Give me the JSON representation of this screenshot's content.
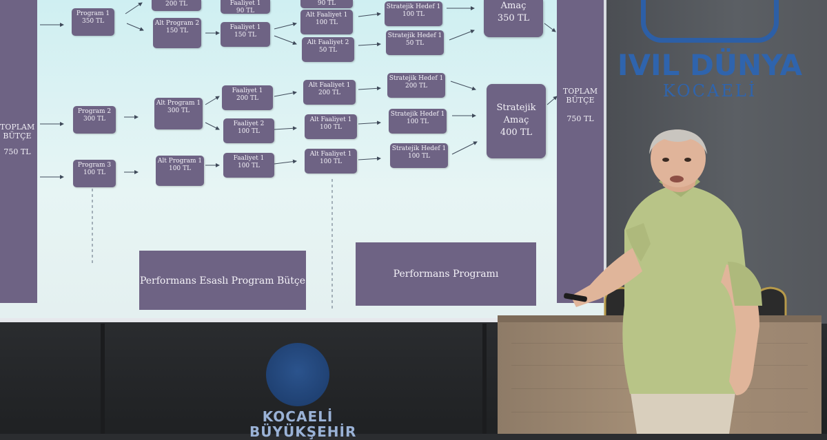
{
  "slide": {
    "side_left": {
      "line1": "TOPLAM",
      "line2": "BÜTÇE",
      "line3": "750 TL"
    },
    "side_right": {
      "line1": "TOPLAM",
      "line2": "BÜTÇE",
      "line3": "750 TL"
    },
    "programs": [
      {
        "name": "Program 1",
        "amount": "350 TL"
      },
      {
        "name": "Program 2",
        "amount": "300 TL"
      },
      {
        "name": "Program 3",
        "amount": "100 TL"
      }
    ],
    "sub_programs": [
      {
        "name": "Alt Program 2",
        "amount": "150 TL"
      },
      {
        "name": "Alt Program 1",
        "amount": "300 TL"
      },
      {
        "name": "Alt Program 1",
        "amount": "100 TL"
      }
    ],
    "top_partial": {
      "a": "200 TL",
      "b": "Faaliyet 1",
      "b_amount": "90 TL",
      "c": "90 TL"
    },
    "activities": [
      {
        "name": "Faaliyet 1",
        "amount": "150 TL"
      },
      {
        "name": "Faaliyet 1",
        "amount": "200 TL"
      },
      {
        "name": "Faaliyet 2",
        "amount": "100 TL"
      },
      {
        "name": "Faaliyet 1",
        "amount": "100 TL"
      }
    ],
    "sub_activities": [
      {
        "name": "Alt Faaliyet 1",
        "amount": "100 TL"
      },
      {
        "name": "Alt Faaliyet 2",
        "amount": "50 TL"
      },
      {
        "name": "Alt Faaliyet 1",
        "amount": "200 TL"
      },
      {
        "name": "Alt Faaliyet 1",
        "amount": "100 TL"
      },
      {
        "name": "Alt Faaliyet 1",
        "amount": "100 TL"
      }
    ],
    "strategic_goals": [
      {
        "name": "Stratejik Hedef 1",
        "amount": "100 TL"
      },
      {
        "name": "Stratejik Hedef 1",
        "amount": "50 TL"
      },
      {
        "name": "Stratejik Hedef 1",
        "amount": "200 TL"
      },
      {
        "name": "Stratejik Hedef 1",
        "amount": "100 TL"
      },
      {
        "name": "Stratejik Hedef 1",
        "amount": "100 TL"
      }
    ],
    "aims": [
      {
        "line1": "Amaç",
        "line2": "350 TL"
      },
      {
        "line1": "Stratejik",
        "line2": "Amaç",
        "line3": "400 TL"
      }
    ],
    "band_left": "Performans Esaslı Program Bütçe",
    "band_right": "Performans Programı"
  },
  "venue": {
    "brand_title": "IVIL DÜNYA",
    "brand_sub": "KOCAELİ",
    "lower_logo_line1": "KOCAELİ",
    "lower_logo_line2": "BÜYÜKŞEHİR"
  },
  "colors": {
    "node_fill": "#6e6384",
    "slide_bg": "#d8f2f3",
    "brand_blue": "#2f64ad"
  }
}
